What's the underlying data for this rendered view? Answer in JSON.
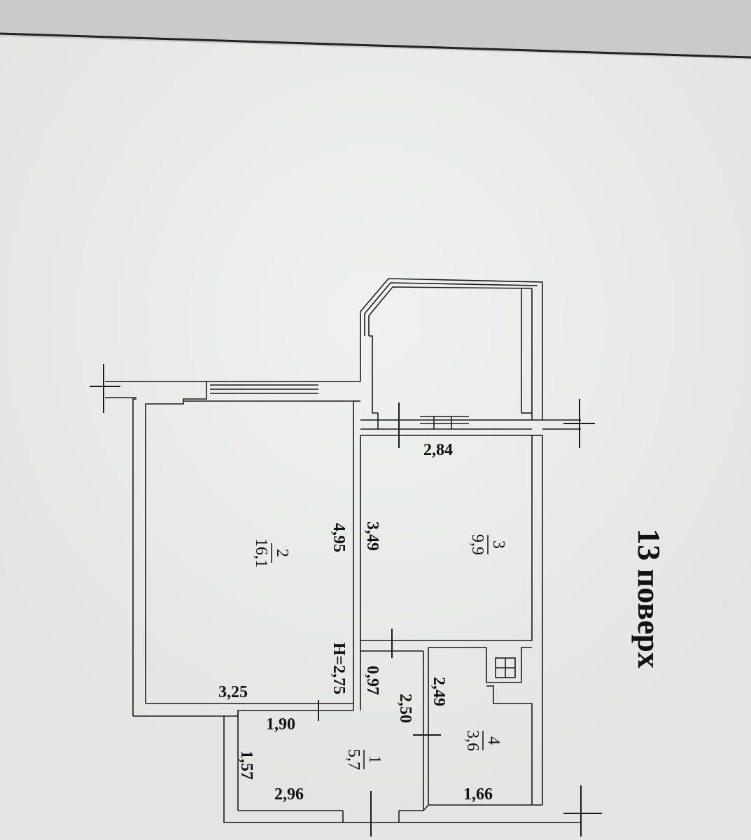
{
  "floor_title": "13 поверх",
  "ceiling_height": "H=2,75",
  "rooms": [
    {
      "number": "1",
      "area": "5,7"
    },
    {
      "number": "2",
      "area": "16,1"
    },
    {
      "number": "3",
      "area": "9,9"
    },
    {
      "number": "4",
      "area": "3,6"
    }
  ],
  "dimensions": {
    "room3_width": "2,84",
    "room3_length": "3,49",
    "room2_length": "4,95",
    "room2_width": "3,25",
    "hall_width": "1,90",
    "hall_length": "2,50",
    "hall_side": "1,57",
    "hall_bottom": "2,96",
    "bath_length": "2,49",
    "bath_width": "1,66",
    "door_width": "0,97"
  },
  "colors": {
    "paper": "#e9ebea",
    "line": "#1a1a1a",
    "background": "#c9cbca"
  }
}
